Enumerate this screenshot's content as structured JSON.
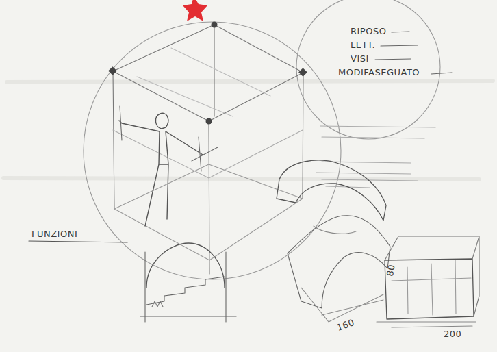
{
  "diagram": {
    "labels": [
      "RIPOSO",
      "LETT.",
      "VISI",
      "MODIFASEGUATO",
      "FUNZIONI",
      "160",
      "80",
      "200"
    ]
  }
}
